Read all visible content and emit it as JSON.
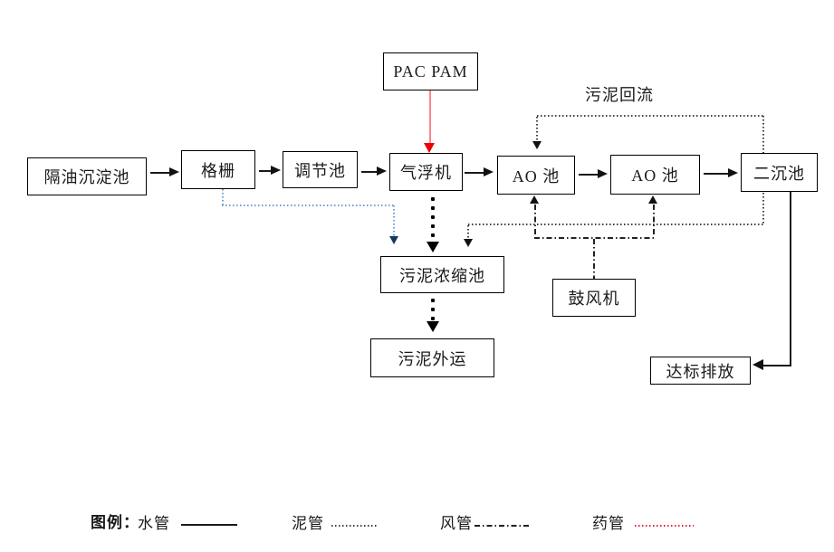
{
  "diagram": {
    "nodes": {
      "oil_separator": "隔油沉淀池",
      "bar_screen": "格栅",
      "regulating_tank": "调节池",
      "air_flotation": "气浮机",
      "ao_tank_1": "AO 池",
      "ao_tank_2": "AO 池",
      "secondary_sedimentation": "二沉池",
      "pac_pam": "PAC PAM",
      "sludge_thickener": "污泥浓缩池",
      "sludge_disposal": "污泥外运",
      "blower": "鼓风机",
      "discharge": "达标排放"
    },
    "annotations": {
      "sludge_return": "污泥回流"
    },
    "legend": {
      "title": "图例：",
      "items": [
        {
          "label": "水管",
          "style": "solid",
          "color": "#000000"
        },
        {
          "label": "泥管",
          "style": "dotted",
          "color": "#404040"
        },
        {
          "label": "风管",
          "style": "dash-dot",
          "color": "#222222"
        },
        {
          "label": "药管",
          "style": "dotted",
          "color": "#e02040"
        }
      ]
    },
    "colors": {
      "box_border": "#000000",
      "water_line": "#1a1a1a",
      "sludge_line": "#404040",
      "screen_sludge_line": "#6b9fd0",
      "screen_sludge_arrow": "#17375e",
      "air_line": "#222222",
      "chemical_line": "#ff8585",
      "chemical_arrow": "#ee0000"
    }
  }
}
